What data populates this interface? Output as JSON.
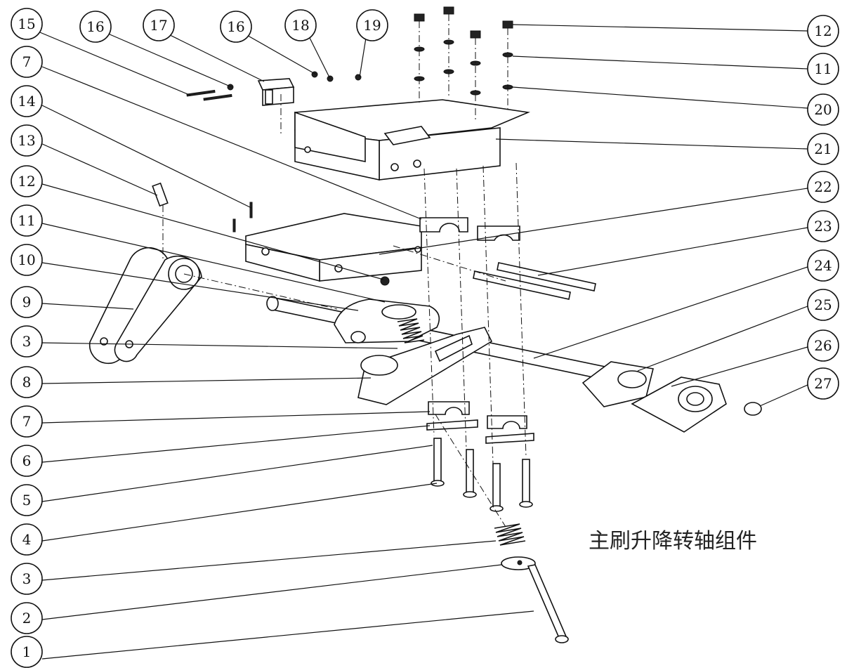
{
  "diagram": {
    "caption": "主刷升降转轴组件",
    "callouts": [
      {
        "id": "c15",
        "label": "15"
      },
      {
        "id": "c16a",
        "label": "16"
      },
      {
        "id": "c17",
        "label": "17"
      },
      {
        "id": "c16b",
        "label": "16"
      },
      {
        "id": "c18",
        "label": "18"
      },
      {
        "id": "c19",
        "label": "19"
      },
      {
        "id": "c7a",
        "label": "7"
      },
      {
        "id": "c14",
        "label": "14"
      },
      {
        "id": "c13",
        "label": "13"
      },
      {
        "id": "c12a",
        "label": "12"
      },
      {
        "id": "c11a",
        "label": "11"
      },
      {
        "id": "c10",
        "label": "10"
      },
      {
        "id": "c9",
        "label": "9"
      },
      {
        "id": "c3a",
        "label": "3"
      },
      {
        "id": "c8",
        "label": "8"
      },
      {
        "id": "c7b",
        "label": "7"
      },
      {
        "id": "c6",
        "label": "6"
      },
      {
        "id": "c5",
        "label": "5"
      },
      {
        "id": "c4",
        "label": "4"
      },
      {
        "id": "c3b",
        "label": "3"
      },
      {
        "id": "c2",
        "label": "2"
      },
      {
        "id": "c1",
        "label": "1"
      },
      {
        "id": "c12b",
        "label": "12"
      },
      {
        "id": "c11b",
        "label": "11"
      },
      {
        "id": "c20",
        "label": "20"
      },
      {
        "id": "c21",
        "label": "21"
      },
      {
        "id": "c22",
        "label": "22"
      },
      {
        "id": "c23",
        "label": "23"
      },
      {
        "id": "c24",
        "label": "24"
      },
      {
        "id": "c25",
        "label": "25"
      },
      {
        "id": "c26",
        "label": "26"
      },
      {
        "id": "c27",
        "label": "27"
      }
    ]
  }
}
